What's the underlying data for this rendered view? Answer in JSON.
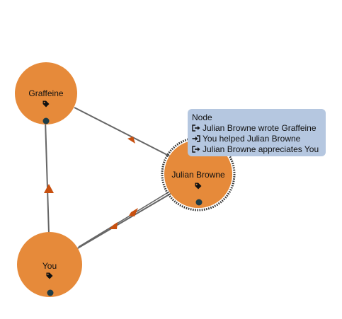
{
  "colors": {
    "node_fill": "#e68a3a",
    "edge_stroke": "#666666",
    "arrow_fill": "#c8500f",
    "port_fill": "#1e3c46",
    "tooltip_bg": "#b5c7e0",
    "selection_ring": "#333333"
  },
  "nodes": [
    {
      "id": "graffeine",
      "label": "Graffeine",
      "icon": "tag-icon"
    },
    {
      "id": "julian",
      "label": "Julian Browne",
      "icon": "tag-icon",
      "selected": true
    },
    {
      "id": "you",
      "label": "You",
      "icon": "tag-icon"
    }
  ],
  "edges": [
    {
      "from": "julian",
      "to": "graffeine",
      "relation": "wrote"
    },
    {
      "from": "you",
      "to": "julian",
      "relation": "helped"
    },
    {
      "from": "julian",
      "to": "you",
      "relation": "appreciates"
    },
    {
      "from": "you",
      "to": "graffeine",
      "relation": ""
    }
  ],
  "tooltip": {
    "title": "Node",
    "lines": [
      {
        "icon": "sign-out-icon",
        "text": "Julian Browne wrote Graffeine"
      },
      {
        "icon": "sign-in-icon",
        "text": "You helped Julian Browne"
      },
      {
        "icon": "sign-out-icon",
        "text": "Julian Browne appreciates You"
      }
    ]
  }
}
